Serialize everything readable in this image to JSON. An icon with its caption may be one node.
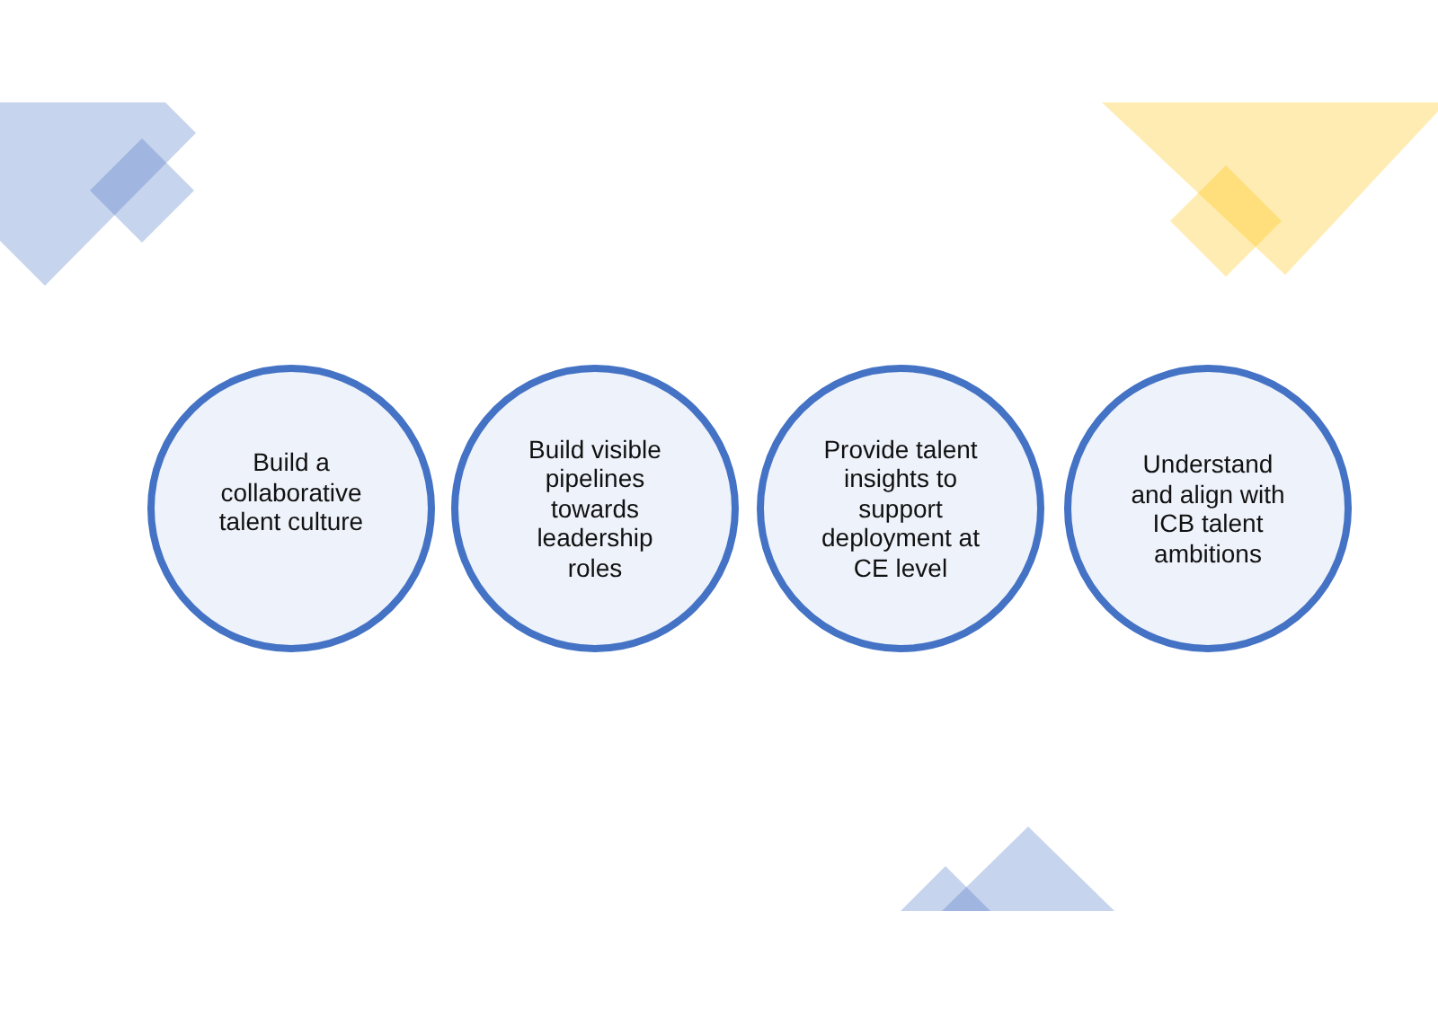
{
  "diagram": {
    "nodes": [
      {
        "text": [
          "Build a collaborative talent culture"
        ]
      },
      {
        "text": [
          "Build visible pipelines towards leadership roles"
        ]
      },
      {
        "text": [
          "Provide talent insights to support deployment at CE level"
        ]
      },
      {
        "text": [
          "Understand and align with ICB talent ambitions"
        ]
      }
    ]
  }
}
